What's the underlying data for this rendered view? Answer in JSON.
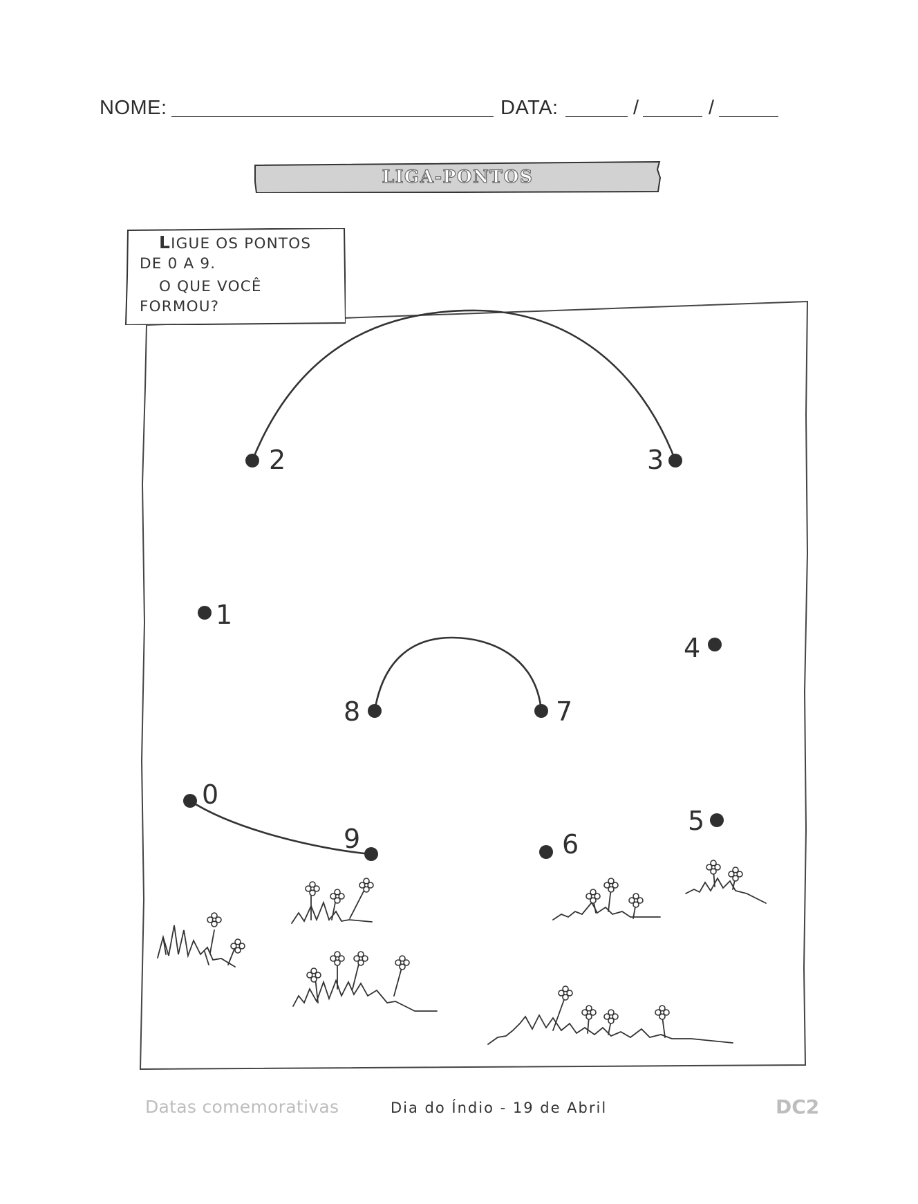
{
  "header": {
    "name_label": "NOME:",
    "date_label": "DATA:",
    "date_separator": "/"
  },
  "title": "LIGA-PONTOS",
  "instructions": {
    "line1_first_letter": "L",
    "line1_rest": "IGUE OS PONTOS",
    "line2": "DE 0 A 9.",
    "line3": "O QUE VOCÊ",
    "line4": "FORMOU?"
  },
  "dots": [
    {
      "label": "0"
    },
    {
      "label": "1"
    },
    {
      "label": "2"
    },
    {
      "label": "3"
    },
    {
      "label": "4"
    },
    {
      "label": "5"
    },
    {
      "label": "6"
    },
    {
      "label": "7"
    },
    {
      "label": "8"
    },
    {
      "label": "9"
    }
  ],
  "footer": {
    "series": "Datas comemorativas",
    "topic": "Dia do Índio - 19 de Abril",
    "code": "DC2"
  }
}
